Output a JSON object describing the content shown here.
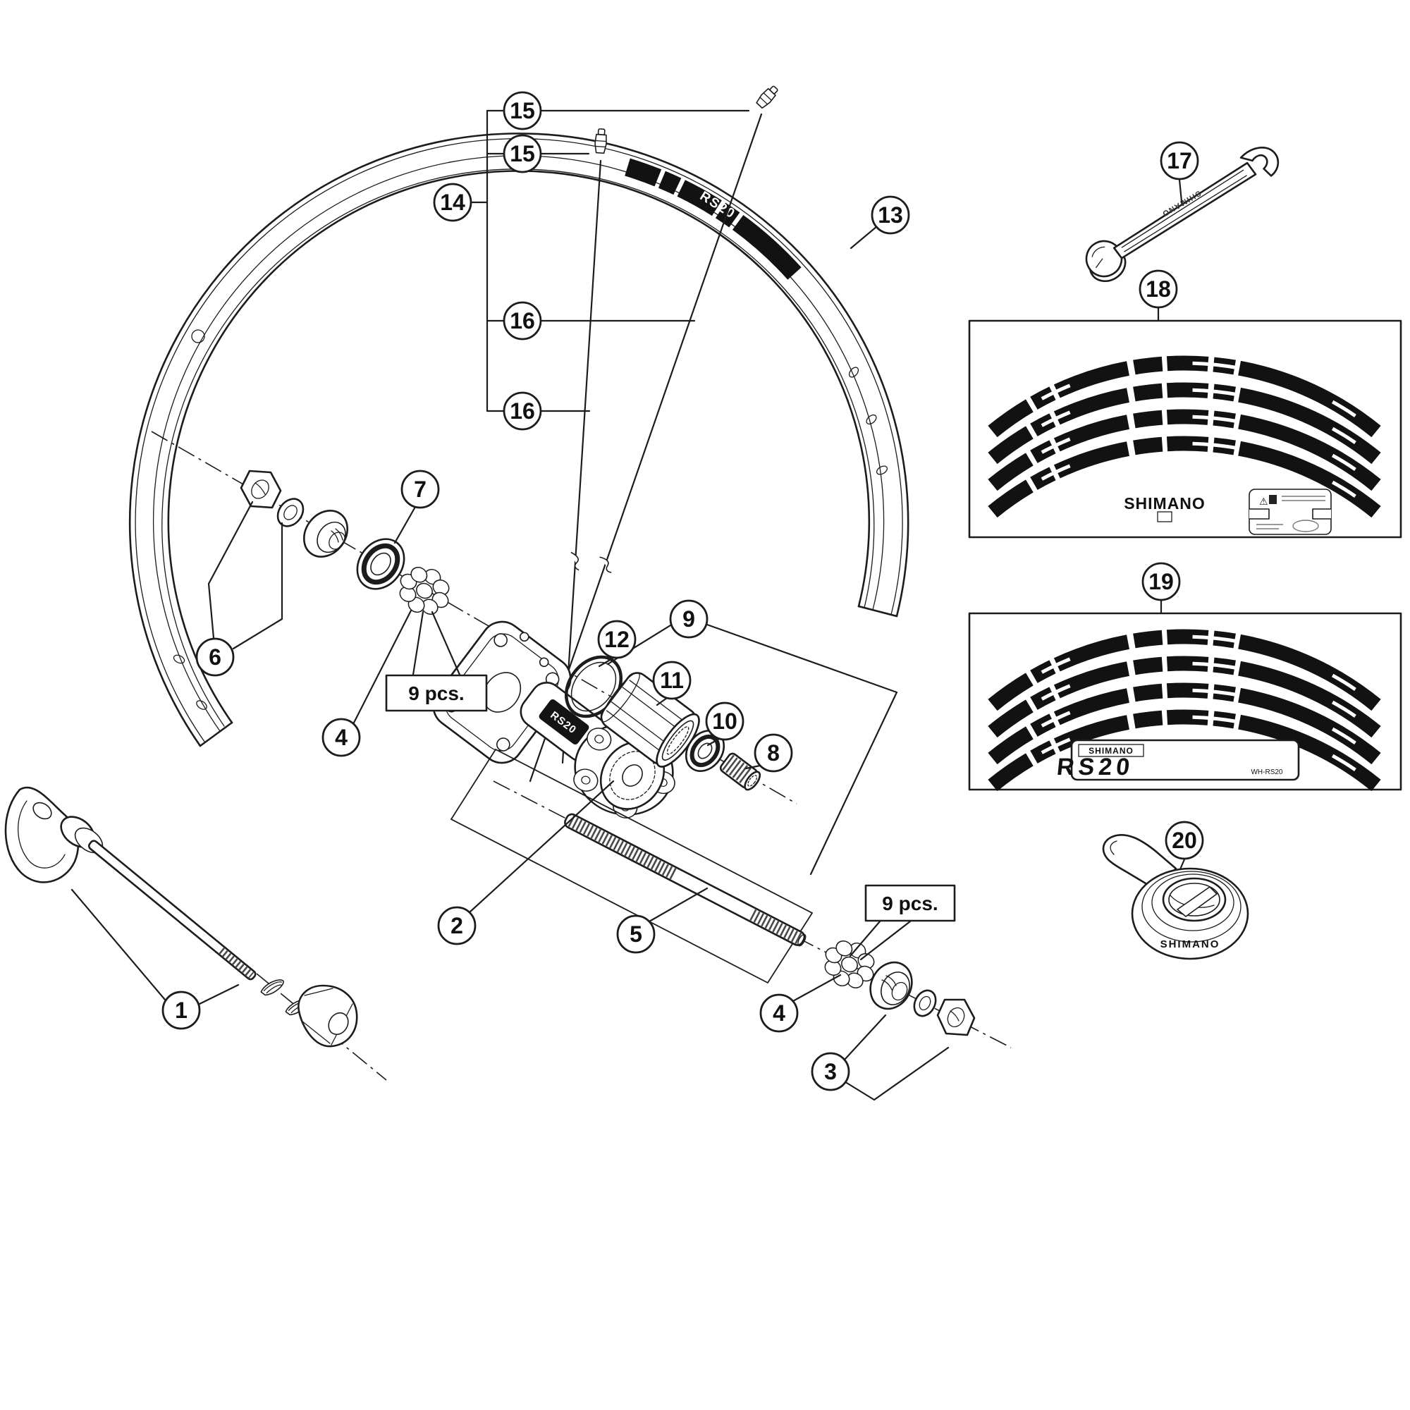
{
  "callouts": {
    "c1": "1",
    "c2": "2",
    "c3": "3",
    "c4": "4",
    "c5": "5",
    "c6": "6",
    "c7": "7",
    "c8": "8",
    "c9": "9",
    "c10": "10",
    "c11": "11",
    "c12": "12",
    "c13": "13",
    "c14": "14",
    "c15": "15",
    "c16": "16",
    "c17": "17",
    "c18": "18",
    "c19": "19",
    "c20": "20"
  },
  "labels": {
    "nine_pcs": "9 pcs."
  },
  "brand": {
    "shimano": "SHIMANO",
    "rs20": "RS20",
    "wh_rs20": "WH-RS20",
    "warning_sign": "⚠"
  },
  "colors": {
    "line": "#1c1c1c",
    "background": "#ffffff",
    "decal": "#121212"
  }
}
